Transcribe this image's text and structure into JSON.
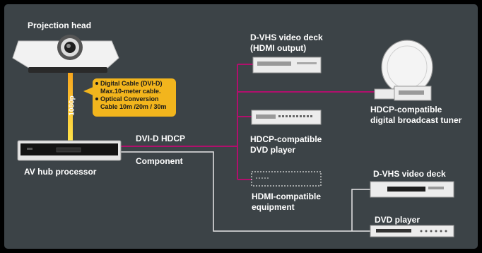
{
  "labels": {
    "projection_head": "Projection head",
    "av_hub": "AV hub processor",
    "dvhs_hdmi_line1": "D-VHS video deck",
    "dvhs_hdmi_line2": "(HDMI output)",
    "tuner_line1": "HDCP-compatible",
    "tuner_line2": "digital broadcast tuner",
    "dvd_hdcp_line1": "HDCP-compatible",
    "dvd_hdcp_line2": "DVD player",
    "hdmi_equip_line1": "HDMI-compatible",
    "hdmi_equip_line2": "equipment",
    "dvhs_deck": "D-VHS video deck",
    "dvd_player": "DVD player",
    "dvi_link": "DVI-D HDCP",
    "component_link": "Component",
    "resolution": "1080p"
  },
  "callout": {
    "items": [
      "Digital Cable (DVI-D) Max.10-meter cable.",
      "Optical Conversion Cable 10m /20m / 30m"
    ]
  },
  "colors": {
    "panel": "#3c4347",
    "dvi_wire": "#b0106c",
    "component_wire": "#e8e8e8",
    "callout": "#f2b51d"
  }
}
